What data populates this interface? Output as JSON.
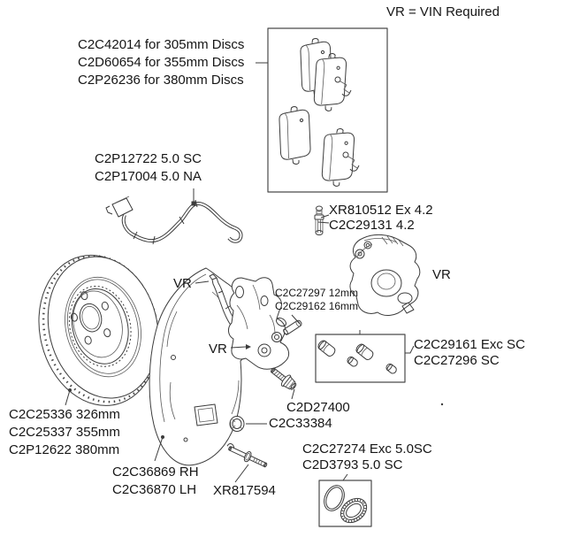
{
  "header": {
    "legend": "VR = VIN Required"
  },
  "labels": {
    "pads": {
      "lines": [
        "C2C42014 for 305mm Discs",
        "C2D60654 for 355mm Discs",
        "C2P26236 for 380mm Discs"
      ]
    },
    "wear_sensor": {
      "lines": [
        "C2P12722 5.0 SC",
        "C2P17004 5.0 NA"
      ]
    },
    "bleed_screw": {
      "lines": [
        "XR810512 Ex 4.2",
        "C2C29131 4.2"
      ]
    },
    "caliper_vr": "VR",
    "pad_clip_vr": "VR",
    "bracket_vr": "VR",
    "guide_pin": {
      "lines": [
        "C2C27297 12mm",
        "C2C29162 16mm"
      ]
    },
    "pistons": {
      "lines": [
        "C2C29161 Exc SC",
        "C2C27296 SC"
      ]
    },
    "disc": {
      "lines": [
        "C2C25336 326mm",
        "C2C25337 355mm",
        "C2P12622 380mm"
      ]
    },
    "shield": {
      "lines": [
        "C2C36869 RH",
        "C2C36870 LH"
      ]
    },
    "caliper_bolt": "C2D27400",
    "retainer": "C2C33384",
    "pad_pin": "XR817594",
    "seal_kit": {
      "lines": [
        "C2C27274 Exc 5.0SC",
        "C2D3793 5.0 SC"
      ]
    }
  },
  "colors": {
    "line": "#3c3c3c",
    "text": "#161616",
    "background": "#ffffff"
  }
}
